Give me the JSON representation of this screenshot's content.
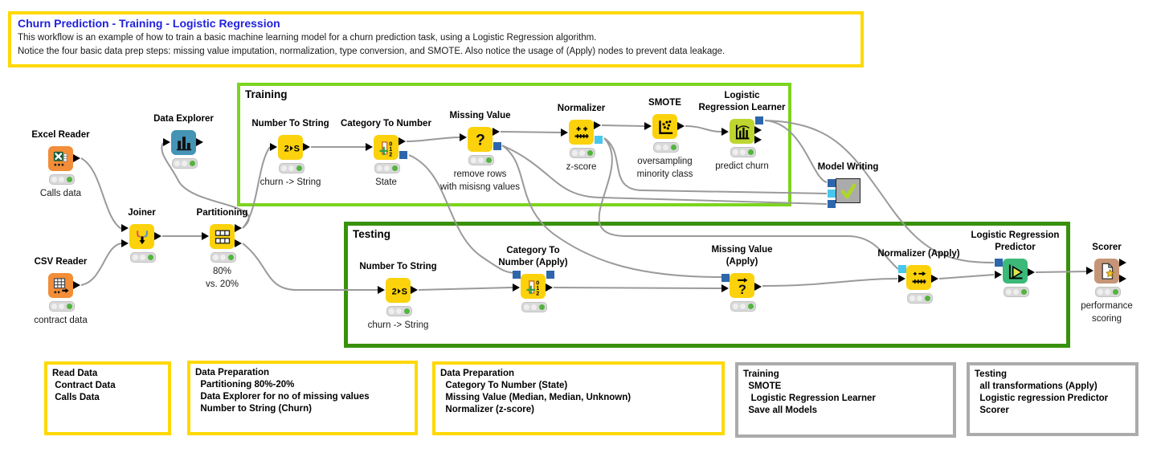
{
  "header": {
    "title": "Churn Prediction - Training - Logistic Regression",
    "line1": "This workflow is an example of how to train a basic machine learning model for a churn prediction task, using a Logistic Regression algorithm.",
    "line2": "Notice the four basic data prep steps: missing value imputation, normalization, type conversion, and SMOTE. Also notice the usage of (Apply) nodes to prevent data leakage."
  },
  "groups": {
    "training": {
      "label": "Training"
    },
    "testing": {
      "label": "Testing"
    }
  },
  "colors": {
    "source_node": "#F28D38",
    "manipulator_node": "#FBD20B",
    "explorer_node": "#4593B5",
    "learner_node": "#BED62F",
    "predictor_node": "#3CB878",
    "scorer_node": "#C69577",
    "metanode": "#ABABAB",
    "training_border": "#7CD41F",
    "testing_border": "#38910C",
    "annotation_yellow": "#FFD800",
    "annotation_gray": "#ABABAB",
    "port_blue": "#2D66AC",
    "port_cyan": "#47C7EE",
    "traffic_green": "#53B43E",
    "wire_gray": "#9A9A9A",
    "title_blue": "#2121DD"
  },
  "nodes": [
    {
      "id": "excel-reader",
      "label": "Excel Reader",
      "comment": "Calls data",
      "icon": "excel-reader-icon",
      "kind": "source",
      "traffic": true
    },
    {
      "id": "data-explorer",
      "label": "Data Explorer",
      "comment": "",
      "icon": "histogram-icon",
      "kind": "explorer",
      "traffic": true
    },
    {
      "id": "csv-reader",
      "label": "CSV Reader",
      "comment": "contract data",
      "icon": "csv-reader-icon",
      "kind": "source",
      "traffic": true
    },
    {
      "id": "joiner",
      "label": "Joiner",
      "comment": "",
      "icon": "joiner-icon",
      "kind": "manipulator",
      "traffic": true
    },
    {
      "id": "partitioning",
      "label": "Partitioning",
      "comment": "80%\nvs. 20%",
      "icon": "partition-icon",
      "kind": "manipulator",
      "traffic": true
    },
    {
      "id": "number-to-string-training",
      "label": "Number To String",
      "comment": "churn -> String",
      "icon": "number-to-string-icon",
      "kind": "manipulator",
      "traffic": true
    },
    {
      "id": "category-to-number-training",
      "label": "Category To Number",
      "comment": "State",
      "icon": "category-to-number-icon",
      "kind": "manipulator",
      "traffic": true
    },
    {
      "id": "missing-value-training",
      "label": "Missing Value",
      "comment": "remove rows\nwith misisng values",
      "icon": "question-icon",
      "kind": "manipulator",
      "traffic": true
    },
    {
      "id": "normalizer-training",
      "label": "Normalizer",
      "comment": "z-score",
      "icon": "normalizer-icon",
      "kind": "manipulator",
      "traffic": true
    },
    {
      "id": "smote",
      "label": "SMOTE",
      "comment": "oversampling\nminority class",
      "icon": "smote-icon",
      "kind": "manipulator",
      "traffic": true
    },
    {
      "id": "logistic-regression-learner",
      "label": "Logistic\nRegression Learner",
      "comment": "predict churn",
      "icon": "learner-chart-icon",
      "kind": "learner",
      "traffic": true
    },
    {
      "id": "model-writing",
      "label": "Model Writing",
      "comment": "",
      "icon": "checkmark-icon",
      "kind": "meta",
      "traffic": false
    },
    {
      "id": "number-to-string-testing",
      "label": "Number To String",
      "comment": "churn -> String",
      "icon": "number-to-string-icon",
      "kind": "manipulator",
      "traffic": true
    },
    {
      "id": "category-to-number-apply",
      "label": "Category To\nNumber (Apply)",
      "comment": "",
      "icon": "category-to-number-icon",
      "kind": "manipulator",
      "traffic": true
    },
    {
      "id": "missing-value-apply",
      "label": "Missing Value\n(Apply)",
      "comment": "",
      "icon": "question-apply-icon",
      "kind": "manipulator",
      "traffic": true
    },
    {
      "id": "normalizer-apply",
      "label": "Normalizer (Apply)",
      "comment": "",
      "icon": "normalizer-apply-icon",
      "kind": "manipulator",
      "traffic": true
    },
    {
      "id": "logistic-regression-predictor",
      "label": "Logistic Regression\nPredictor",
      "comment": "",
      "icon": "predictor-icon",
      "kind": "predictor",
      "traffic": true
    },
    {
      "id": "scorer",
      "label": "Scorer",
      "comment": "performance\nscoring",
      "icon": "scorer-icon",
      "kind": "scorer",
      "traffic": true
    }
  ],
  "connections": [
    {
      "from": "excel-reader",
      "to": "joiner"
    },
    {
      "from": "csv-reader",
      "to": "joiner"
    },
    {
      "from": "joiner",
      "to": "partitioning"
    },
    {
      "from": "partitioning",
      "to": "data-explorer"
    },
    {
      "from": "partitioning",
      "to": "number-to-string-training"
    },
    {
      "from": "partitioning",
      "to": "number-to-string-testing"
    },
    {
      "from": "number-to-string-training",
      "to": "category-to-number-training"
    },
    {
      "from": "category-to-number-training",
      "to": "missing-value-training"
    },
    {
      "from": "missing-value-training",
      "to": "normalizer-training"
    },
    {
      "from": "normalizer-training",
      "to": "smote"
    },
    {
      "from": "smote",
      "to": "logistic-regression-learner"
    },
    {
      "from": "logistic-regression-learner",
      "to": "model-writing"
    },
    {
      "from": "logistic-regression-learner",
      "to": "logistic-regression-predictor"
    },
    {
      "from": "normalizer-training",
      "to": "model-writing"
    },
    {
      "from": "missing-value-training",
      "to": "model-writing"
    },
    {
      "from": "missing-value-training",
      "to": "missing-value-apply"
    },
    {
      "from": "category-to-number-training",
      "to": "category-to-number-apply"
    },
    {
      "from": "normalizer-training",
      "to": "normalizer-apply"
    },
    {
      "from": "number-to-string-testing",
      "to": "category-to-number-apply"
    },
    {
      "from": "category-to-number-apply",
      "to": "missing-value-apply"
    },
    {
      "from": "missing-value-apply",
      "to": "normalizer-apply"
    },
    {
      "from": "normalizer-apply",
      "to": "logistic-regression-predictor"
    },
    {
      "from": "logistic-regression-predictor",
      "to": "scorer"
    }
  ],
  "annotations": [
    {
      "name": "read-data",
      "style": "yellow",
      "lines": [
        "Read Data",
        " Contract Data",
        " Calls Data"
      ]
    },
    {
      "name": "data-preparation-1",
      "style": "yellow",
      "lines": [
        "Data Preparation",
        "  Partitioning 80%-20%",
        "  Data Explorer for no of missing values",
        "  Number to String (Churn)"
      ]
    },
    {
      "name": "data-preparation-2",
      "style": "yellow",
      "lines": [
        "Data Preparation",
        "  Category To Number (State)",
        "  Missing Value (Median, Median, Unknown)",
        "  Normalizer (z-score)"
      ]
    },
    {
      "name": "training-summary",
      "style": "gray",
      "lines": [
        "Training",
        "  SMOTE",
        "   Logistic Regression Learner",
        "  Save all Models"
      ]
    },
    {
      "name": "testing-summary",
      "style": "gray",
      "lines": [
        "Testing",
        "  all transformations (Apply)",
        "  Logistic regression Predictor",
        "  Scorer"
      ]
    }
  ]
}
